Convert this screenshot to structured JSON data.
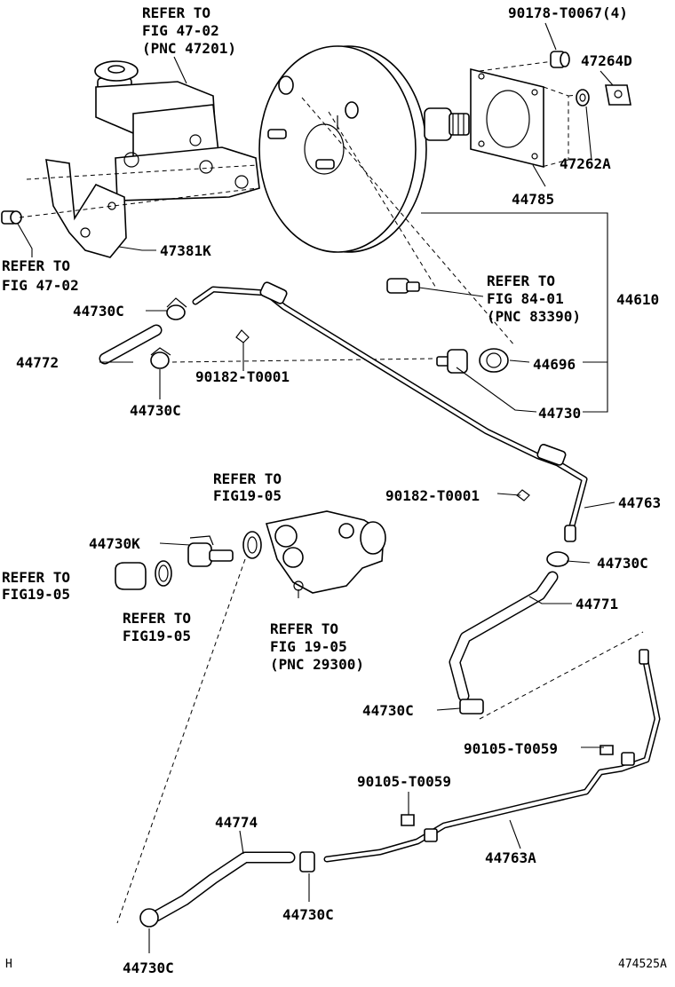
{
  "figure": {
    "id": "474525A",
    "corner_mark": "H"
  },
  "labels": {
    "refer_master_1": "REFER TO",
    "refer_master_2": "FIG 47-02",
    "refer_master_3": "(PNC 47201)",
    "nut_4": "90178-T0067(4)",
    "p47264D": "47264D",
    "p47262A": "47262A",
    "p44785": "44785",
    "p47381K": "47381K",
    "refer_left_1": "REFER TO",
    "refer_left_2": "FIG 47-02",
    "refer_84_1": "REFER TO",
    "refer_84_2": "FIG 84-01",
    "refer_84_3": "(PNC 83390)",
    "p44610": "44610",
    "clip_a": "44730C",
    "p44772": "44772",
    "clamp_a": "90182-T0001",
    "p44696": "44696",
    "clip_b": "44730C",
    "p44730": "44730",
    "refer_pump_1": "REFER TO",
    "refer_pump_2": "FIG19-05",
    "clamp_b": "90182-T0001",
    "p44763": "44763",
    "p44730K": "44730K",
    "clip_c": "44730C",
    "refer_cap_1": "REFER TO",
    "refer_cap_2": "FIG19-05",
    "p44771": "44771",
    "refer_gasket_1": "REFER TO",
    "refer_gasket_2": "FIG19-05",
    "refer_vac_1": "REFER TO",
    "refer_vac_2": "FIG 19-05",
    "refer_vac_3": "(PNC 29300)",
    "clip_d": "44730C",
    "bolt_a": "90105-T0059",
    "bolt_b": "90105-T0059",
    "p44774": "44774",
    "p44763A": "44763A",
    "clip_e": "44730C",
    "clip_f": "44730C"
  }
}
